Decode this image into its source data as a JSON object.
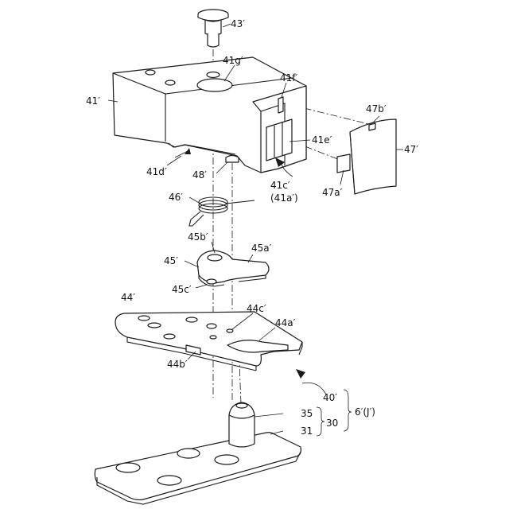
{
  "labels": {
    "l43": "43′",
    "l41g": "41g′",
    "l41f": "41f′",
    "l41": "41′",
    "l47b": "47b′",
    "l41e": "41e′",
    "l47": "47′",
    "l41d": "41d′",
    "l48": "48′",
    "l41c": "41c′",
    "l41a": "(41a′)",
    "l47a": "47a′",
    "l46": "46′",
    "l45b": "45b′",
    "l45a": "45a′",
    "l45": "45′",
    "l45c": "45c′",
    "l44": "44′",
    "l44c": "44c′",
    "l44a": "44a′",
    "l44b": "44b′",
    "l40": "40′",
    "l6": "6′(J′)",
    "l35": "35",
    "l30": "30",
    "l31": "31"
  }
}
